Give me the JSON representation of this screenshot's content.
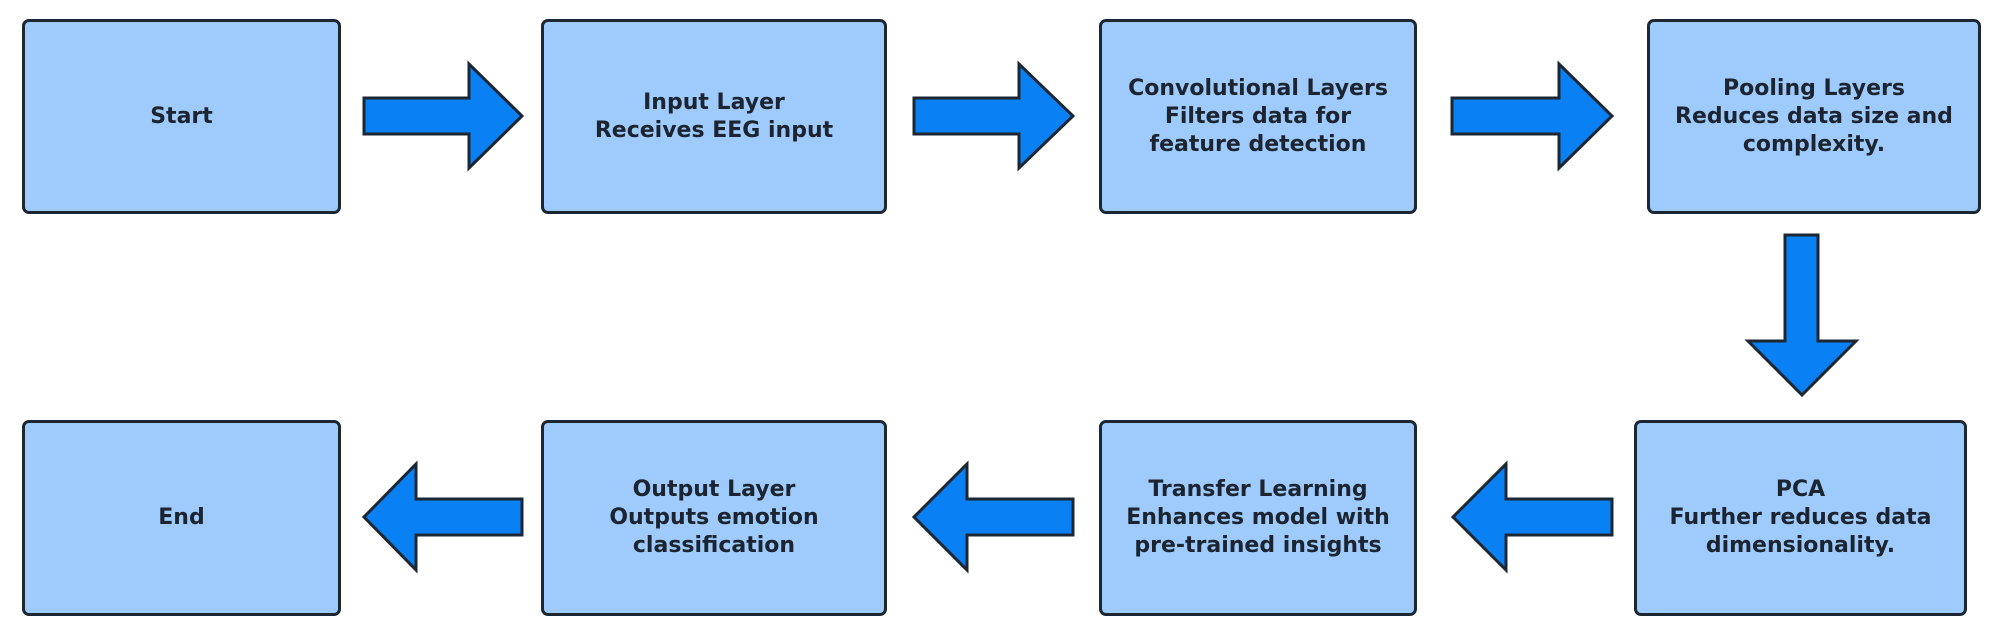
{
  "diagram": {
    "nodes": {
      "start": {
        "lines": [
          "Start"
        ]
      },
      "input": {
        "lines": [
          "Input Layer",
          "Receives EEG input"
        ]
      },
      "conv": {
        "lines": [
          "Convolutional Layers",
          "Filters data for",
          "feature detection"
        ]
      },
      "pool": {
        "lines": [
          "Pooling Layers",
          "Reduces data size and",
          "complexity."
        ]
      },
      "pca": {
        "lines": [
          "PCA",
          "Further reduces data",
          "dimensionality."
        ]
      },
      "transfer": {
        "lines": [
          "Transfer Learning",
          "Enhances model with",
          "pre-trained insights"
        ]
      },
      "output": {
        "lines": [
          "Output Layer",
          "Outputs emotion",
          "classification"
        ]
      },
      "end": {
        "lines": [
          "End"
        ]
      }
    },
    "edges": [
      {
        "from": "Start",
        "to": "Input Layer"
      },
      {
        "from": "Input Layer",
        "to": "Convolutional Layers"
      },
      {
        "from": "Convolutional Layers",
        "to": "Pooling Layers"
      },
      {
        "from": "Pooling Layers",
        "to": "PCA"
      },
      {
        "from": "PCA",
        "to": "Transfer Learning"
      },
      {
        "from": "Transfer Learning",
        "to": "Output Layer"
      },
      {
        "from": "Output Layer",
        "to": "End"
      }
    ],
    "colors": {
      "node_fill": "#9ecbfc",
      "node_border": "#1c2733",
      "arrow_fill": "#0a80f5",
      "text": "#1b2430"
    }
  }
}
